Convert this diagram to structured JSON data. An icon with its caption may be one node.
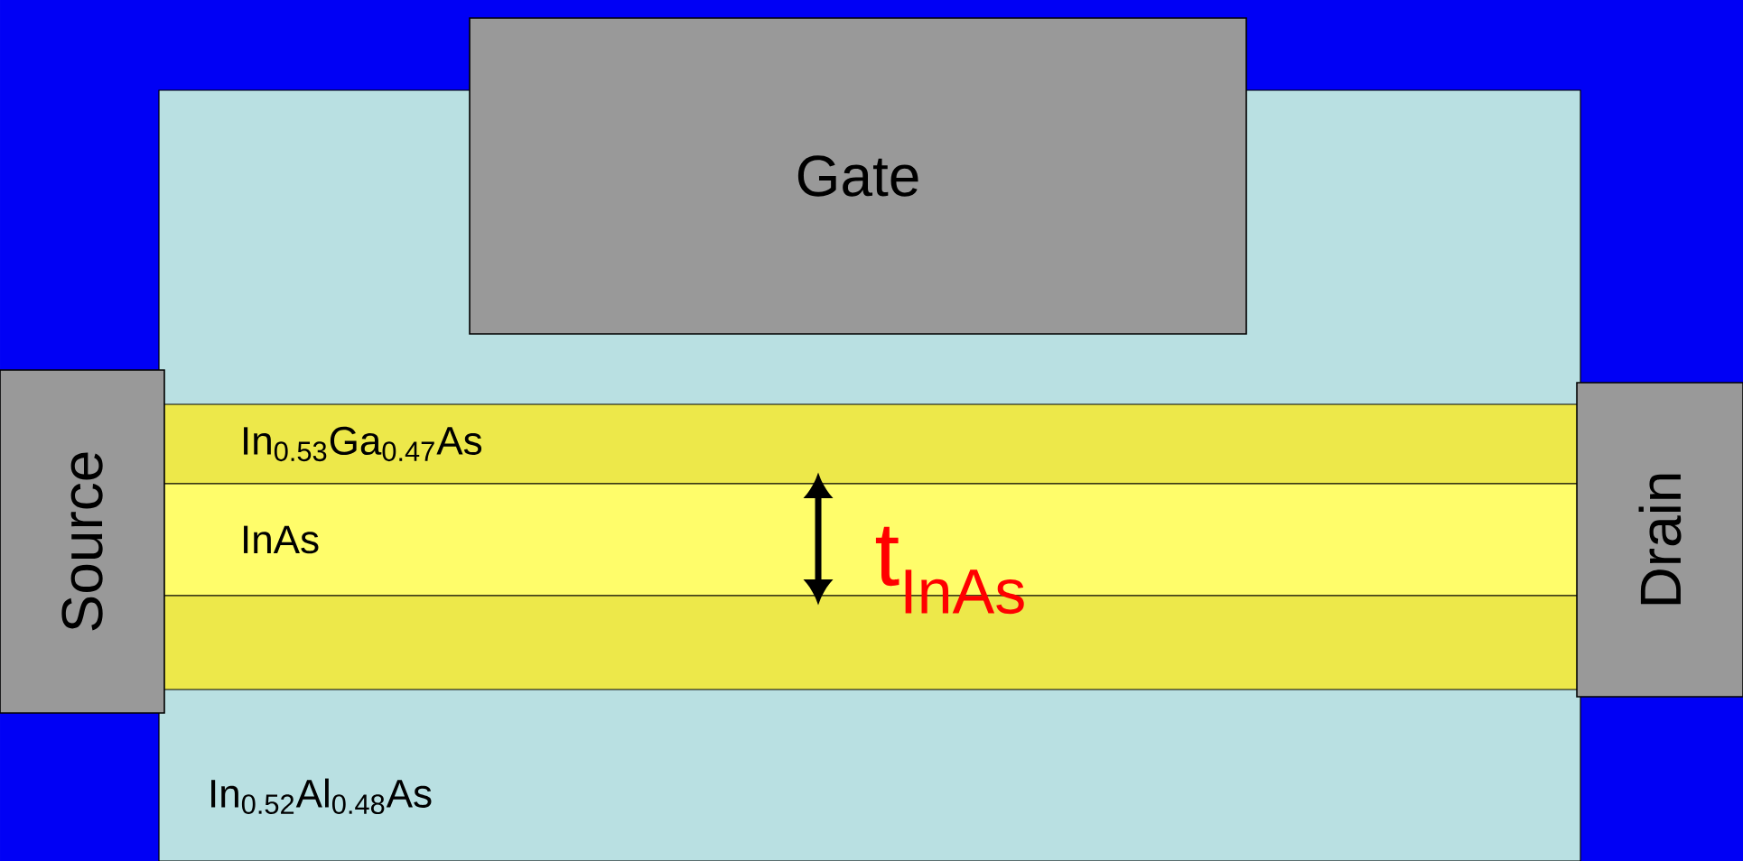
{
  "diagram": {
    "nodes": [
      {
        "text": [
          "In$_{0.52}$Al$_{0.48}$As"
        ]
      },
      {
        "text": [
          "Gate"
        ]
      },
      {
        "text": [
          "Source"
        ]
      },
      {
        "text": [
          "Drain"
        ]
      },
      {
        "text": [
          "In$_{0.53}$Ga$_{0.47}$As"
        ],
        "in": 0
      },
      {
        "text": [
          "InAs"
        ],
        "in": 0
      },
      {
        "text": [],
        "shape": "bar",
        "in": 0
      }
    ],
    "labels": [
      "t$_{InAs}$"
    ]
  }
}
